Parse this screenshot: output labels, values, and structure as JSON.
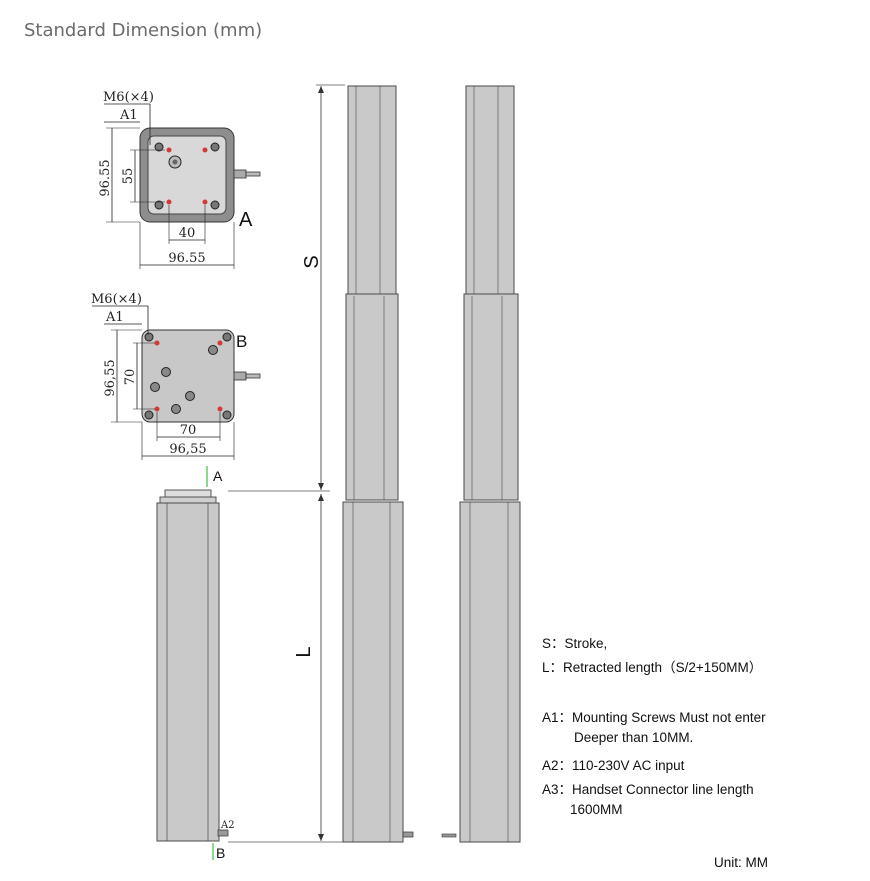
{
  "title": "Standard Dimension (mm)",
  "view_a": {
    "callout_screw": "M6(×4)",
    "callout_a1": "A1",
    "dim_height_outer": "96.55",
    "dim_height_inner": "55",
    "dim_width_inner": "40",
    "dim_width_outer": "96.55",
    "label": "A"
  },
  "view_b": {
    "callout_screw": "M6(×4)",
    "callout_a1": "A1",
    "dim_height_outer": "96,55",
    "dim_height_inner": "70",
    "dim_width_inner": "70",
    "dim_width_outer": "96,55",
    "label": "B"
  },
  "column": {
    "label_top": "A",
    "label_a2": "A2",
    "label_bottom": "B",
    "dim_stroke": "S",
    "dim_length": "L"
  },
  "notes": {
    "s": "S：Stroke,",
    "l": "L：Retracted length（S/2+150MM）",
    "a1_line1": "A1：Mounting Screws Must not enter",
    "a1_line2": "Deeper than 10MM.",
    "a2": "A2：110-230V AC input",
    "a3_line1": "A3：Handset Connector line length",
    "a3_line2": "1600MM",
    "unit": "Unit: MM"
  },
  "colors": {
    "tube_fill": "#c9c9c9",
    "tube_stroke": "#4a4a4a",
    "hole_red": "#d23a3a",
    "marker_green": "#3fbf3f"
  }
}
